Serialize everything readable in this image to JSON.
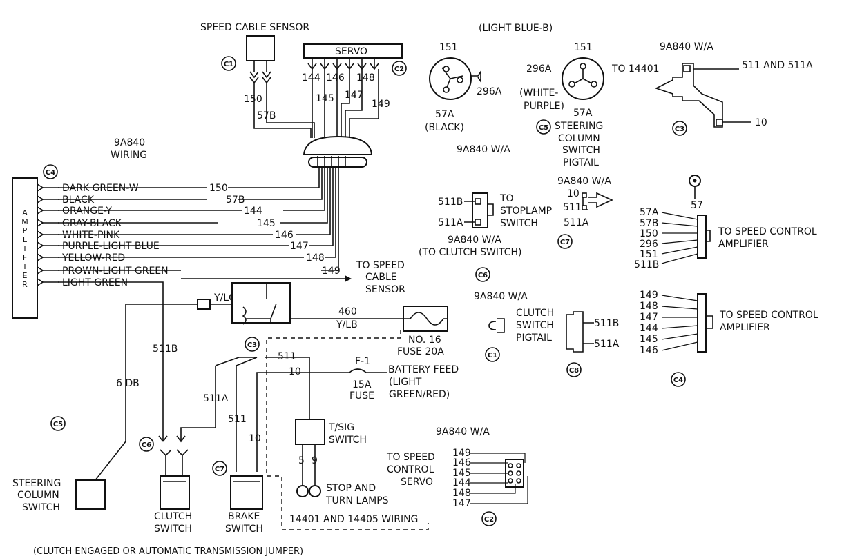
{
  "amplifier": {
    "label": "AMPLIFIER",
    "code": "C4",
    "wires": [
      {
        "color": "DARK GREEN-W",
        "circuit": "150"
      },
      {
        "color": "BLACK",
        "circuit": "57B"
      },
      {
        "color": "ORANGE-Y",
        "circuit": "144"
      },
      {
        "color": "GRAY-BLACK",
        "circuit": "145"
      },
      {
        "color": "WHITE-PINK",
        "circuit": "146"
      },
      {
        "color": "PURPLE-LIGHT BLUE",
        "circuit": "147"
      },
      {
        "color": "YELLOW-RED",
        "circuit": "148"
      },
      {
        "color": "PROWN-LIGHT GREEN",
        "circuit": "149"
      },
      {
        "color": "LIGHT GREEN",
        "circuit": ""
      }
    ]
  },
  "labels": {
    "speed_cable_sensor": "SPEED CABLE SENSOR",
    "servo": "SERVO",
    "wiring_9a840_1": "9A840",
    "wiring_9a840_2": "WIRING",
    "w150": "150",
    "w57b": "57B",
    "w144": "144",
    "w145": "145",
    "w146": "146",
    "w147": "147",
    "w148": "148",
    "w149": "149",
    "to_speed_cable_1": "TO SPEED",
    "to_speed_cable_2": "CABLE",
    "to_speed_cable_3": "SENSOR",
    "ylg": "Y/LG",
    "w460": "460",
    "ylb": "Y/LB",
    "fuse16_1": "NO. 16",
    "fuse16_2": "FUSE 20A",
    "w511b": "511B",
    "w6db": "6  DB",
    "w511a": "511A",
    "w511": "511",
    "w10": "10",
    "f1": "F-1",
    "battery_1": "BATTERY FEED",
    "battery_2": "(LIGHT",
    "battery_3": "GREEN/RED)",
    "fuse15_1": "15A",
    "fuse15_2": "FUSE",
    "tsig_1": "T/SIG",
    "tsig_2": "SWITCH",
    "w5": "5",
    "w9": "9",
    "stop_1": "STOP AND",
    "stop_2": "TURN LAMPS",
    "wiring_14401": "14401 AND 14405 WIRING",
    "steering_sw_1": "STEERING",
    "steering_sw_2": "COLUMN",
    "steering_sw_3": "SWITCH",
    "clutch_sw_1": "CLUTCH",
    "clutch_sw_2": "SWITCH",
    "brake_sw_1": "BRAKE",
    "brake_sw_2": "SWITCH",
    "footnote": "(CLUTCH ENGAGED OR AUTOMATIC TRANSMISSION JUMPER)",
    "light_blue_b": "(LIGHT BLUE-B)",
    "p151a": "151",
    "p296a_a": "296A",
    "p57a_a": "57A",
    "black": "(BLACK)",
    "p151b": "151",
    "p296a_b": "296A",
    "white_purple_1": "(WHITE-",
    "white_purple_2": "PURPLE)",
    "p57a_b": "57A",
    "steering_pig_1": "STEERING",
    "steering_pig_2": "COLUMN",
    "steering_pig_3": "SWITCH",
    "steering_pig_4": "PIGTAIL",
    "wa_mid": "9A840  W/A",
    "wa_top_right": "9A840  W/A",
    "to_14401": "TO 14401",
    "p511_511a": "511 AND 511A",
    "p10_right": "10",
    "stop_511b": "511B",
    "stop_511a": "511A",
    "to_stop_1": "TO",
    "to_stop_2": "STOPLAMP",
    "to_stop_3": "SWITCH",
    "wa_clutch_1": "9A840  W/A",
    "wa_clutch_2": "(TO CLUTCH SWITCH)",
    "wa_c7": "9A840  W/A",
    "c7_10": "10",
    "c7_511": "511",
    "c7_511a": "511A",
    "p57": "57",
    "amp1_57a": "57A",
    "amp1_57b": "57B",
    "amp1_150": "150",
    "amp1_296": "296",
    "amp1_151": "151",
    "amp1_511b": "511B",
    "to_amp1_1": "TO SPEED CONTROL",
    "to_amp1_2": "AMPLIFIER",
    "wa_cp": "9A840  W/A",
    "clutch_pig_1": "CLUTCH",
    "clutch_pig_2": "SWITCH",
    "clutch_pig_3": "PIGTAIL",
    "cp_511b": "511B",
    "cp_511a": "511A",
    "amp2_149": "149",
    "amp2_148": "148",
    "amp2_147": "147",
    "amp2_144": "144",
    "amp2_145": "145",
    "amp2_146": "146",
    "to_amp2_1": "TO SPEED CONTROL",
    "to_amp2_2": "AMPLIFIER",
    "wa_servo": "9A840  W/A",
    "to_servo_1": "TO SPEED",
    "to_servo_2": "CONTROL",
    "to_servo_3": "SERVO",
    "sv_149": "149",
    "sv_146": "146",
    "sv_145": "145",
    "sv_144": "144",
    "sv_148": "148",
    "sv_147": "147"
  },
  "codes": {
    "c1_top": "C1",
    "c2_top": "C2",
    "c4_amp": "C4",
    "c3_mid": "C3",
    "c6_left": "C6",
    "c7_left": "C7",
    "c5_left": "C5",
    "c5_pig": "C5",
    "c3_right": "C3",
    "c7_right": "C7",
    "c6_right": "C6",
    "c1_right": "C1",
    "c8_right": "C8",
    "c4_right": "C4",
    "c2_bottom": "C2"
  }
}
